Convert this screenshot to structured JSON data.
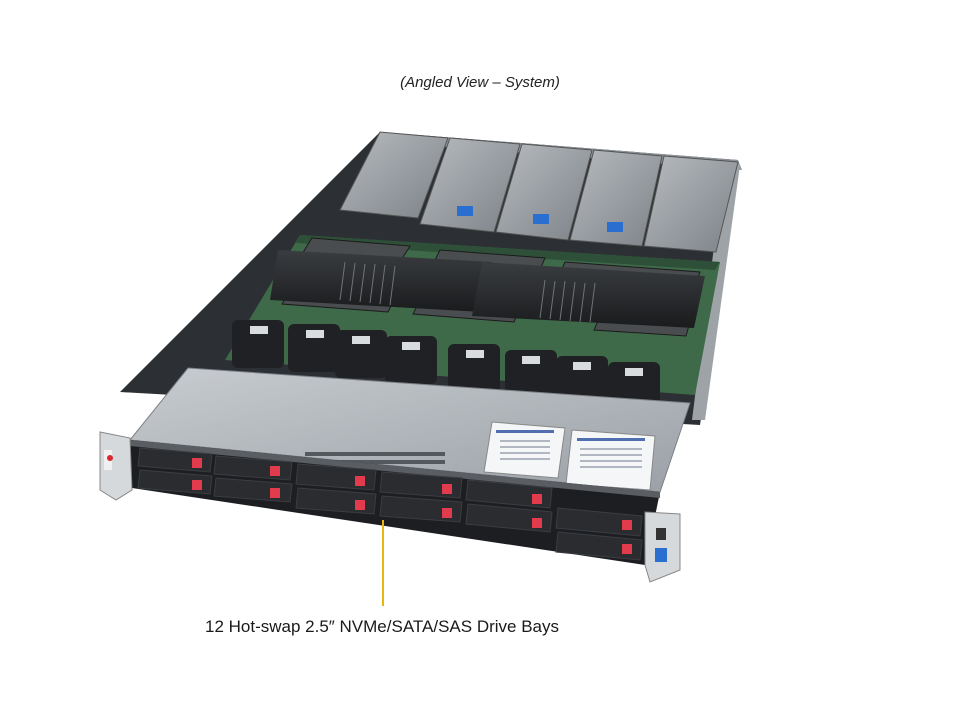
{
  "figure": {
    "caption": "(Angled View – System)",
    "callout_label": "12 Hot-swap 2.5″ NVMe/SATA/SAS Drive Bays",
    "callout_color": "#e8b70f",
    "drive_bay_count": 12,
    "drive_tab_color": "#e23b4e"
  }
}
